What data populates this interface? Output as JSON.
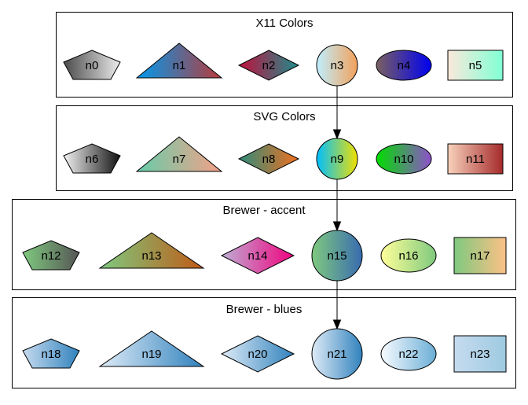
{
  "clusters": [
    {
      "id": "x11",
      "title": "X11 Colors"
    },
    {
      "id": "svg",
      "title": "SVG Colors"
    },
    {
      "id": "accent",
      "title": "Brewer - accent"
    },
    {
      "id": "blues",
      "title": "Brewer - blues"
    }
  ],
  "nodes": [
    {
      "id": "n0",
      "label": "n0",
      "cluster": "x11",
      "shape": "pentagon",
      "colors": [
        "#4a4a4a",
        "#ececec"
      ]
    },
    {
      "id": "n1",
      "label": "n1",
      "cluster": "x11",
      "shape": "triangle",
      "colors": [
        "#0099ee",
        "#b83a3a"
      ]
    },
    {
      "id": "n2",
      "label": "n2",
      "cluster": "x11",
      "shape": "diamond",
      "colors": [
        "#c0103c",
        "#1f8c8c"
      ]
    },
    {
      "id": "n3",
      "label": "n3",
      "cluster": "x11",
      "shape": "circle",
      "colors": [
        "#bfefff",
        "#f2a15a"
      ]
    },
    {
      "id": "n4",
      "label": "n4",
      "cluster": "x11",
      "shape": "ellipse",
      "colors": [
        "#7a6060",
        "#0000f0"
      ]
    },
    {
      "id": "n5",
      "label": "n5",
      "cluster": "x11",
      "shape": "box",
      "colors": [
        "#fbe9dc",
        "#80ffd4"
      ]
    },
    {
      "id": "n6",
      "label": "n6",
      "cluster": "svg",
      "shape": "pentagon",
      "colors": [
        "#f2f2f2",
        "#111111"
      ]
    },
    {
      "id": "n7",
      "label": "n7",
      "cluster": "svg",
      "shape": "triangle",
      "colors": [
        "#66cdaa",
        "#f4a088"
      ]
    },
    {
      "id": "n8",
      "label": "n8",
      "cluster": "svg",
      "shape": "diamond",
      "colors": [
        "#2e8b7a",
        "#f07020"
      ]
    },
    {
      "id": "n9",
      "label": "n9",
      "cluster": "svg",
      "shape": "circle",
      "colors": [
        "#00bfff",
        "#f0e000"
      ]
    },
    {
      "id": "n10",
      "label": "n10",
      "cluster": "svg",
      "shape": "ellipse",
      "colors": [
        "#00dd00",
        "#9050cc"
      ]
    },
    {
      "id": "n11",
      "label": "n11",
      "cluster": "svg",
      "shape": "box",
      "colors": [
        "#f8d2bc",
        "#a52a2a"
      ]
    },
    {
      "id": "n12",
      "label": "n12",
      "cluster": "accent",
      "shape": "pentagon",
      "colors": [
        "#7fc97f",
        "#555555"
      ]
    },
    {
      "id": "n13",
      "label": "n13",
      "cluster": "accent",
      "shape": "triangle",
      "colors": [
        "#7fc97f",
        "#bf5b17"
      ]
    },
    {
      "id": "n14",
      "label": "n14",
      "cluster": "accent",
      "shape": "diamond",
      "colors": [
        "#beaed4",
        "#f0027f"
      ]
    },
    {
      "id": "n15",
      "label": "n15",
      "cluster": "accent",
      "shape": "circle",
      "colors": [
        "#7fc97f",
        "#386cb0"
      ]
    },
    {
      "id": "n16",
      "label": "n16",
      "cluster": "accent",
      "shape": "ellipse",
      "colors": [
        "#ffff99",
        "#7fc97f"
      ]
    },
    {
      "id": "n17",
      "label": "n17",
      "cluster": "accent",
      "shape": "box",
      "colors": [
        "#7fc97f",
        "#fdc086"
      ]
    },
    {
      "id": "n18",
      "label": "n18",
      "cluster": "blues",
      "shape": "pentagon",
      "colors": [
        "#c6dbef",
        "#3182bd"
      ]
    },
    {
      "id": "n19",
      "label": "n19",
      "cluster": "blues",
      "shape": "triangle",
      "colors": [
        "#deebf7",
        "#3182bd"
      ]
    },
    {
      "id": "n20",
      "label": "n20",
      "cluster": "blues",
      "shape": "diamond",
      "colors": [
        "#deebf7",
        "#3182bd"
      ]
    },
    {
      "id": "n21",
      "label": "n21",
      "cluster": "blues",
      "shape": "circle",
      "colors": [
        "#deebf7",
        "#3182bd"
      ]
    },
    {
      "id": "n22",
      "label": "n22",
      "cluster": "blues",
      "shape": "ellipse",
      "colors": [
        "#f7fbff",
        "#6baed6"
      ]
    },
    {
      "id": "n23",
      "label": "n23",
      "cluster": "blues",
      "shape": "box",
      "colors": [
        "#c6dbef",
        "#9ecae1"
      ]
    }
  ],
  "edges": [
    {
      "from": "n3",
      "to": "n9"
    },
    {
      "from": "n9",
      "to": "n15"
    },
    {
      "from": "n15",
      "to": "n21"
    }
  ]
}
